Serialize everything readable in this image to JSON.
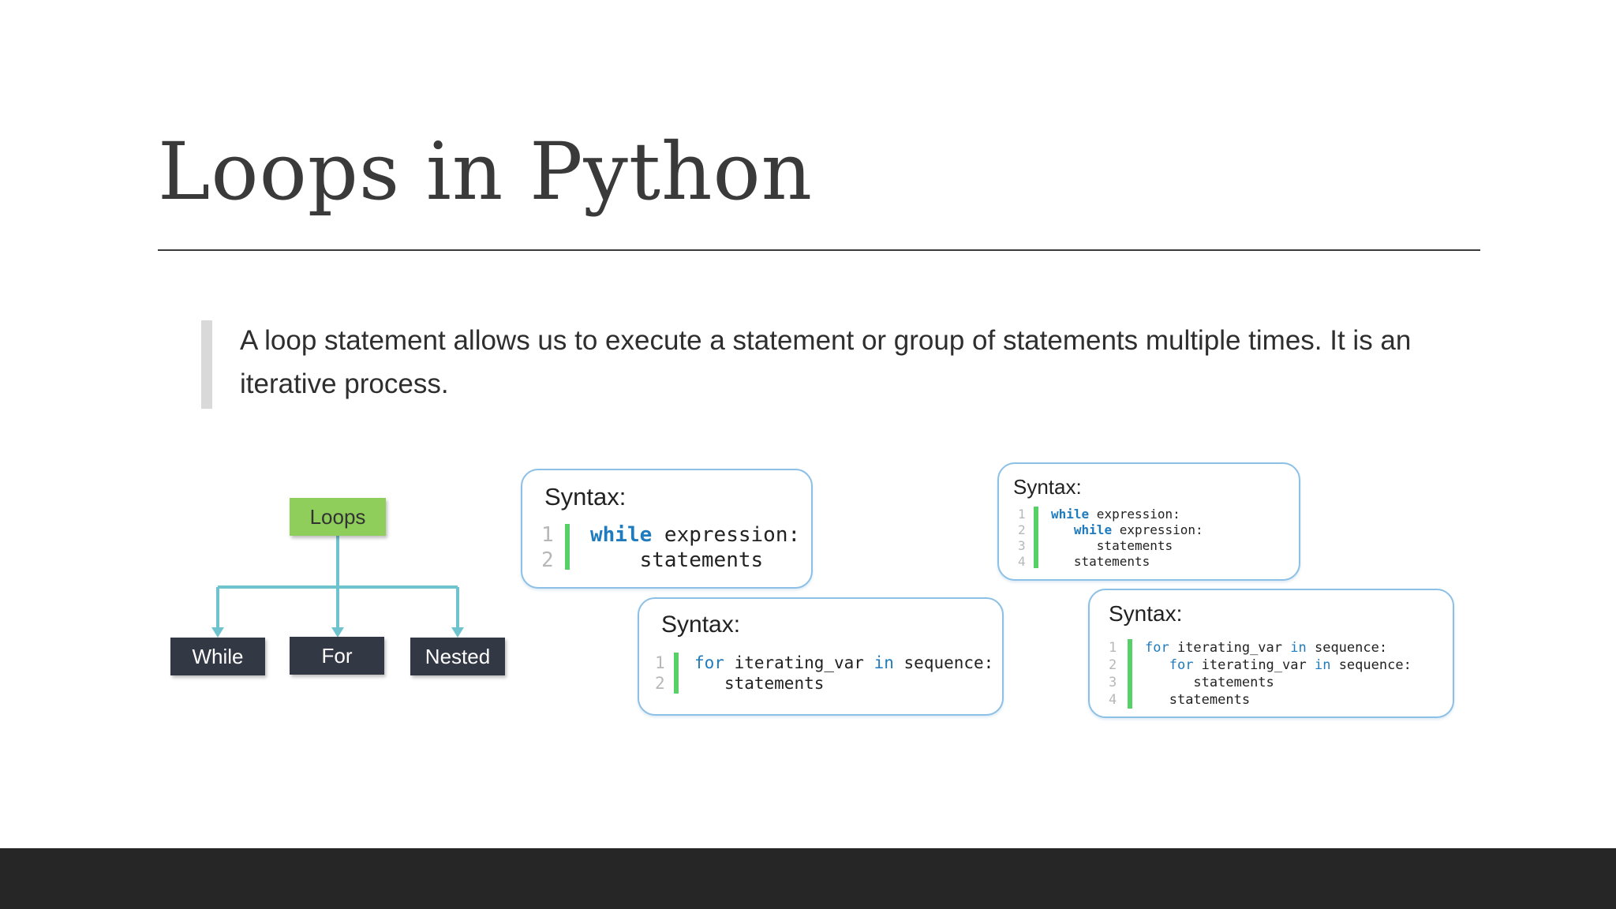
{
  "slide": {
    "title": "Loops in Python",
    "quote": "A loop statement allows us to execute a statement or group of statements multiple times. It is an iterative process."
  },
  "tree": {
    "root": "Loops",
    "leaves": [
      "While",
      "For",
      "Nested"
    ]
  },
  "cards": [
    {
      "heading": "Syntax:",
      "lines": [
        {
          "n": "1",
          "indent": "",
          "kw": "while",
          "rest": " expression:"
        },
        {
          "n": "2",
          "indent": "    ",
          "kw": "",
          "rest": "statements"
        }
      ]
    },
    {
      "heading": "Syntax:",
      "lines": [
        {
          "n": "1",
          "indent": "",
          "kw": "for",
          "rest": " iterating_var ",
          "kw2": "in",
          "rest2": " sequence:"
        },
        {
          "n": "2",
          "indent": "   ",
          "kw": "",
          "rest": "statements"
        }
      ]
    },
    {
      "heading": "Syntax:",
      "lines": [
        {
          "n": "1",
          "indent": "",
          "kw": "while",
          "rest": " expression:"
        },
        {
          "n": "2",
          "indent": "   ",
          "kw": "while",
          "rest": " expression:"
        },
        {
          "n": "3",
          "indent": "      ",
          "kw": "",
          "rest": "statements"
        },
        {
          "n": "4",
          "indent": "   ",
          "kw": "",
          "rest": "statements"
        }
      ]
    },
    {
      "heading": "Syntax:",
      "lines": [
        {
          "n": "1",
          "indent": "",
          "kw": "for",
          "rest": " iterating_var ",
          "kw2": "in",
          "rest2": " sequence:"
        },
        {
          "n": "2",
          "indent": "   ",
          "kw": "for",
          "rest": " iterating_var ",
          "kw2": "in",
          "rest2": " sequence:"
        },
        {
          "n": "3",
          "indent": "      ",
          "kw": "",
          "rest": "statements"
        },
        {
          "n": "4",
          "indent": "   ",
          "kw": "",
          "rest": "statements"
        }
      ]
    }
  ],
  "colors": {
    "root_node": "#8fce5a",
    "leaf_node": "#333845",
    "connector": "#6fc3cf",
    "keyword": "#1f7bbd",
    "gutter": "#57d067",
    "card_border": "#8cc0e6",
    "footer": "#262626"
  }
}
